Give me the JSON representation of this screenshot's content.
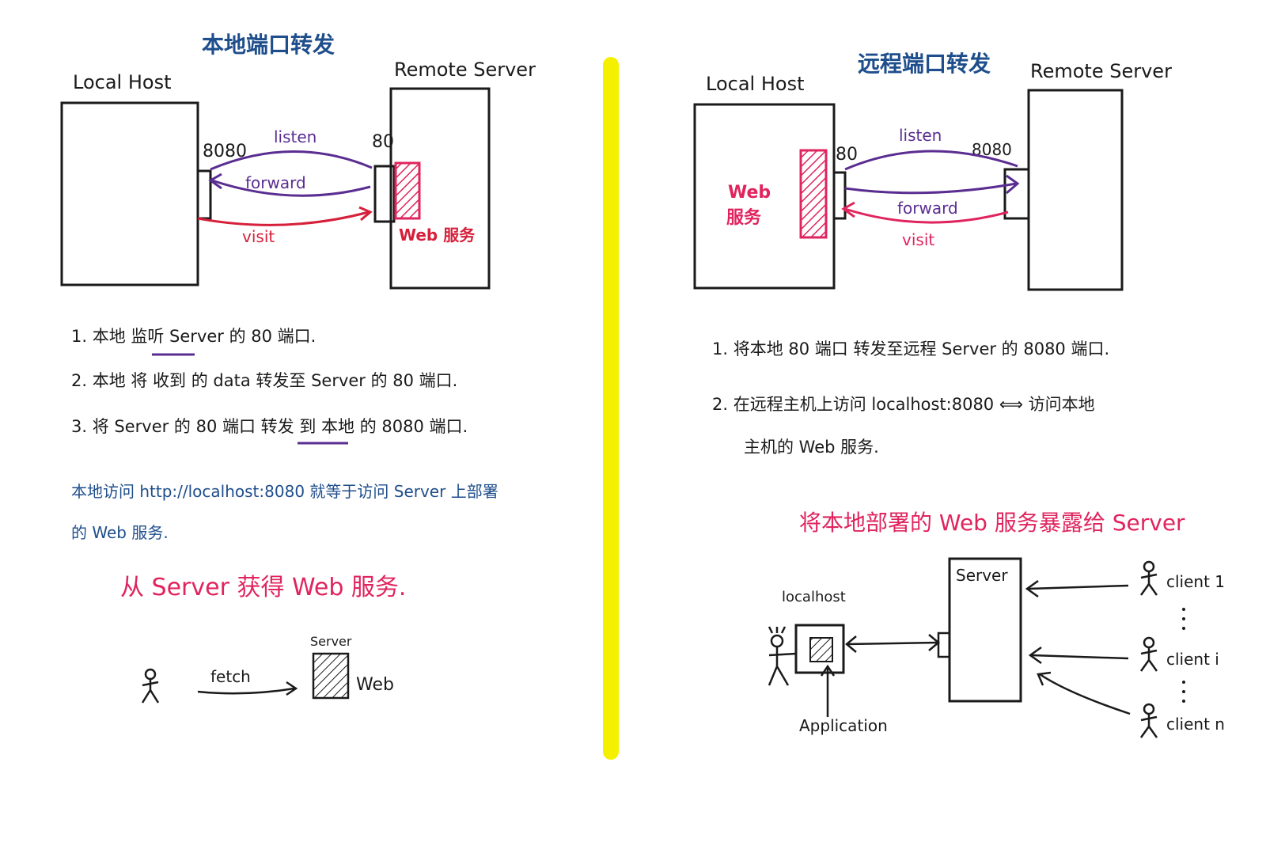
{
  "left": {
    "title": "本地端口转发",
    "local_label": "Local Host",
    "remote_label": "Remote Server",
    "port_local": "8080",
    "port_remote": "80",
    "listen": "listen",
    "forward": "forward",
    "visit": "visit",
    "web_service": "Web 服务",
    "steps": [
      "1. 本地 监听 Server 的 80 端口.",
      "2. 本地 将 收到 的 data 转发至 Server 的 80 端口.",
      "3. 将 Server 的 80 端口 转发 到 本地 的 8080 端口."
    ],
    "summary_line1": "本地访问 http://localhost:8080 就等于访问 Server 上部署",
    "summary_line2": "的 Web 服务.",
    "headline": "从 Server 获得 Web 服务.",
    "mini_server": "Server",
    "mini_fetch": "fetch",
    "mini_web": "Web"
  },
  "right": {
    "title": "远程端口转发",
    "local_label": "Local Host",
    "remote_label": "Remote Server",
    "port_local": "80",
    "port_remote": "8080",
    "listen": "listen",
    "forward": "forward",
    "visit": "visit",
    "web_line1": "Web",
    "web_line2": "服务",
    "steps_1": "1. 将本地 80 端口 转发至远程 Server 的 8080 端口.",
    "steps_2a": "2. 在远程主机上访问 localhost:8080 ⟺ 访问本地",
    "steps_2b": "主机的 Web 服务.",
    "headline": "将本地部署的 Web 服务暴露给 Server",
    "server": "Server",
    "localhost": "localhost",
    "application": "Application",
    "client1": "client 1",
    "clienti": "client i",
    "clientn": "client n"
  },
  "colors": {
    "divider": "#f5f000",
    "ink": "#1a1a1a",
    "blue": "#1f4e8c",
    "purple": "#5a2d91",
    "red": "#d61f3a",
    "pink": "#e0245e"
  }
}
